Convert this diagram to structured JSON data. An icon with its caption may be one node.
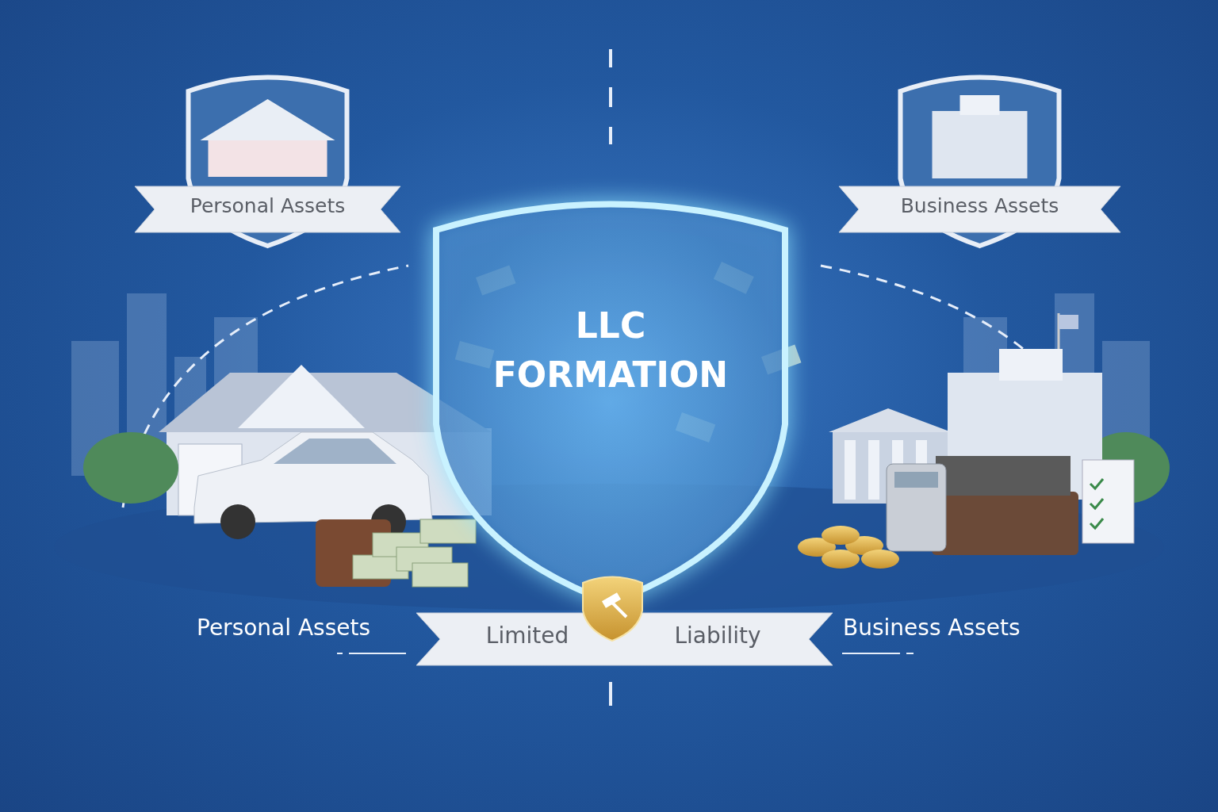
{
  "diagram": {
    "nodes": [
      {
        "text": [
          "Personal Assets"
        ]
      },
      {
        "text": [
          "Business Assets"
        ]
      },
      {
        "text": [
          "LLC FORMATION"
        ]
      },
      {
        "text": [
          "Limited",
          "Liability"
        ]
      }
    ],
    "labels": [
      "Personal Assets",
      "Business Assets"
    ]
  }
}
